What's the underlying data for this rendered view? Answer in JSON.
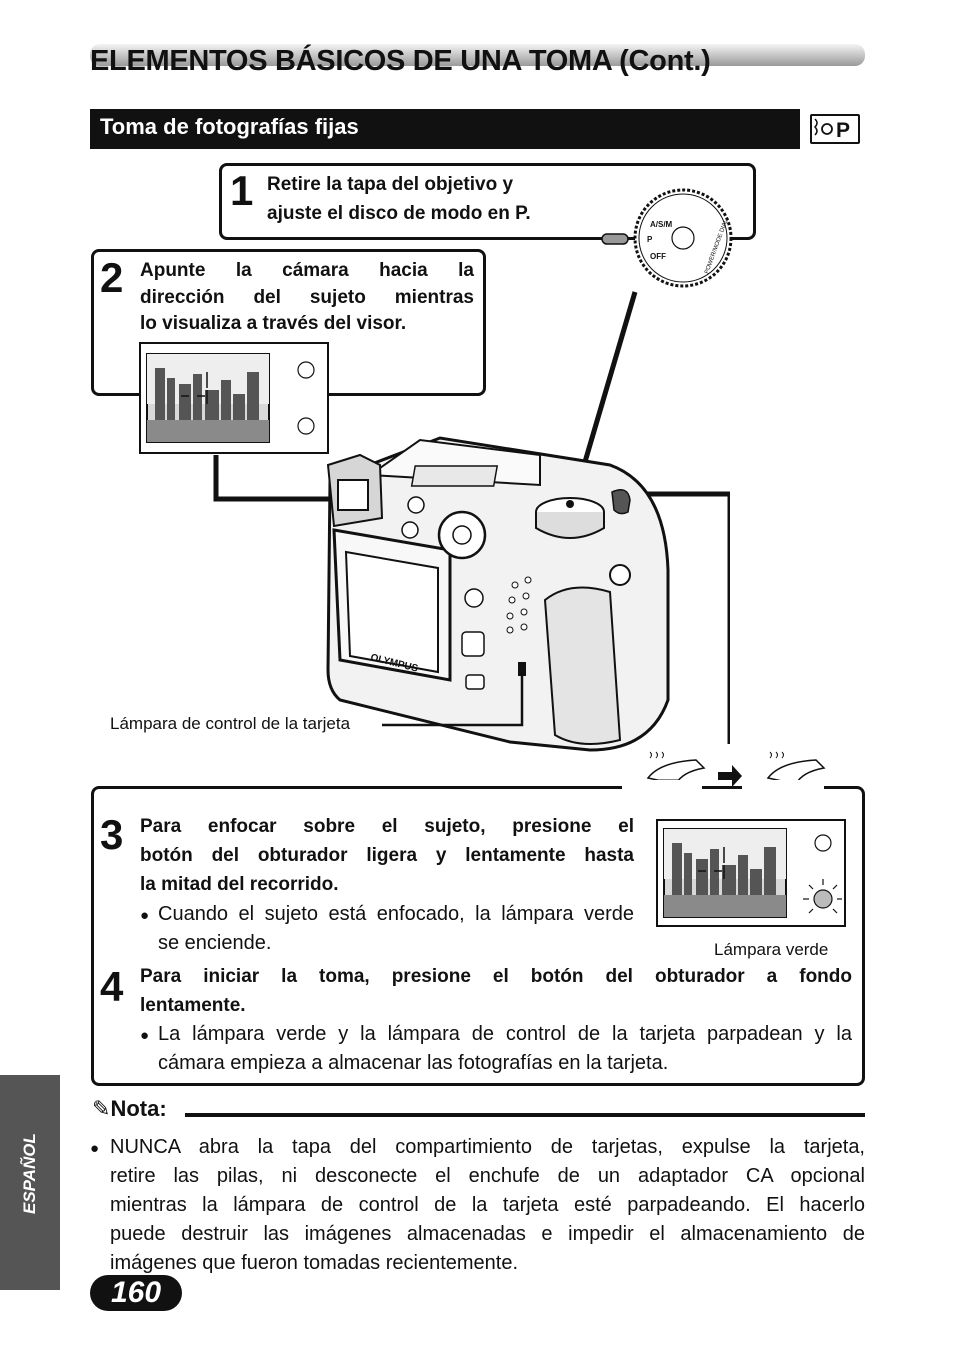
{
  "header": {
    "title": "ELEMENTOS BÁSICOS DE UNA TOMA (Cont.)",
    "section_title": "Toma de fotografías fijas",
    "mode_icon": "camera-p-mode-icon"
  },
  "step1": {
    "num": "1",
    "text_line1": "Retire la tapa del objetivo y",
    "text_line2": "ajuste el disco de modo en P."
  },
  "step2": {
    "num": "2",
    "line1": "Apunte la cámara hacia la",
    "line2": "dirección del sujeto mientras",
    "line3": "lo visualiza a través del visor."
  },
  "dial": {
    "labels": [
      "A/S/M",
      "P",
      "OFF",
      "POWER/MODE DIAL"
    ]
  },
  "camera": {
    "brand": "OLYMPUS",
    "card_lamp_label": "Lámpara de control de la tarjeta"
  },
  "step3": {
    "num": "3",
    "line1": "Para enfocar sobre el sujeto, presione el",
    "line2": "botón del obturador ligera y lentamente hasta",
    "line3": "la mitad del recorrido.",
    "bullet_line1": "Cuando el sujeto está enfocado, la lámpara verde",
    "bullet_line2": "se enciende.",
    "green_lamp_label": "Lámpara verde"
  },
  "step4": {
    "num": "4",
    "line1": "Para iniciar la toma, presione el botón del obturador a fondo",
    "line2": "lentamente.",
    "bullet_line1": "La lámpara verde y la lámpara de control de la tarjeta parpadean y la",
    "bullet_line2": "cámara empieza a almacenar las fotografías en la tarjeta."
  },
  "nota": {
    "label": "Nota:",
    "line1": "NUNCA abra la tapa del compartimiento de tarjetas, expulse la tarjeta,",
    "line2": "retire las pilas, ni desconecte el enchufe de un adaptador CA opcional",
    "line3": "mientras la lámpara de control de la tarjeta esté parpadeando. El hacerlo",
    "line4": "puede destruir las imágenes almacenadas e impedir el almacenamiento de",
    "line5": "imágenes que fueron tomadas recientemente."
  },
  "side_tab": {
    "label": "ESPAÑOL"
  },
  "page_number": "160"
}
